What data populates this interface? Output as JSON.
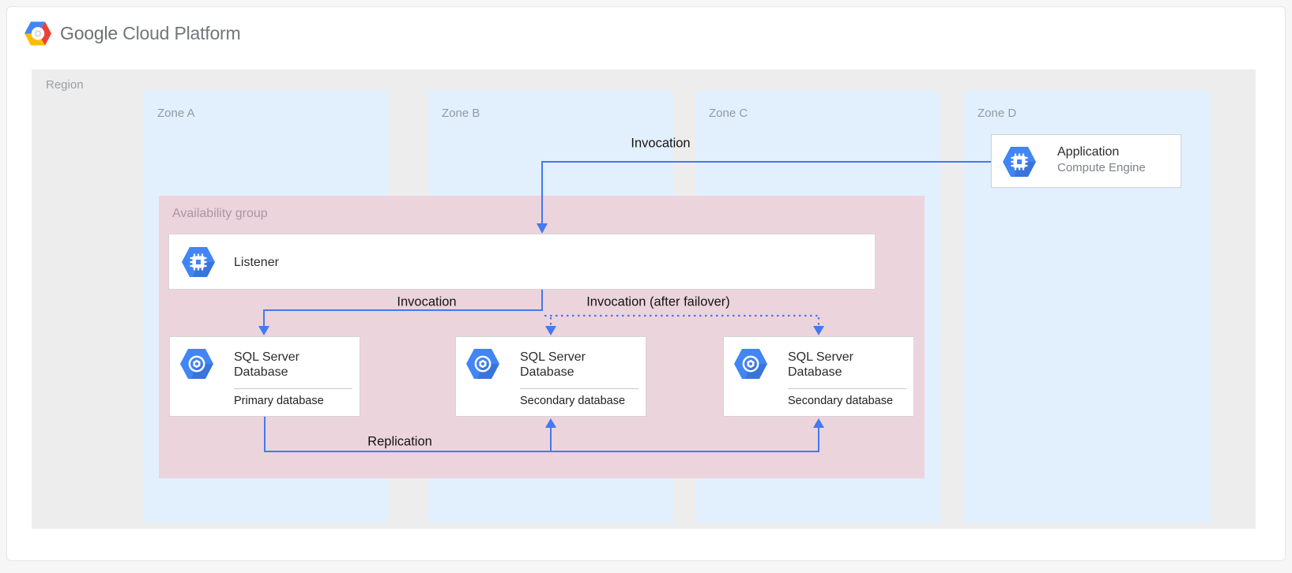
{
  "header": {
    "logo_bold": "Google",
    "logo_rest": " Cloud Platform"
  },
  "region": {
    "label": "Region"
  },
  "zones": [
    {
      "label": "Zone A"
    },
    {
      "label": "Zone B"
    },
    {
      "label": "Zone C"
    },
    {
      "label": "Zone D"
    }
  ],
  "availability_group": {
    "label": "Availability group"
  },
  "nodes": {
    "application": {
      "title": "Application",
      "subtitle": "Compute Engine",
      "icon": "compute-engine-hexagon-icon"
    },
    "listener": {
      "title": "Listener",
      "icon": "compute-engine-hexagon-icon"
    },
    "databases": [
      {
        "title": "SQL Server Database",
        "role": "Primary database",
        "icon": "sql-server-hexagon-icon"
      },
      {
        "title": "SQL Server Database",
        "role": "Secondary database",
        "icon": "sql-server-hexagon-icon"
      },
      {
        "title": "SQL Server Database",
        "role": "Secondary database",
        "icon": "sql-server-hexagon-icon"
      }
    ]
  },
  "edges": {
    "invocation_app_to_listener": "Invocation",
    "invocation_listener_to_primary": "Invocation",
    "invocation_after_failover": "Invocation (after failover)",
    "replication": "Replication"
  },
  "colors": {
    "line_blue": "#4678ee",
    "icon_blue": "#4285f4",
    "zone_fill": "#e2f0fd",
    "availability_fill": "#ecd4dd",
    "region_fill": "#ededed",
    "google_red": "#ea4335",
    "google_yellow": "#fbbc05"
  }
}
